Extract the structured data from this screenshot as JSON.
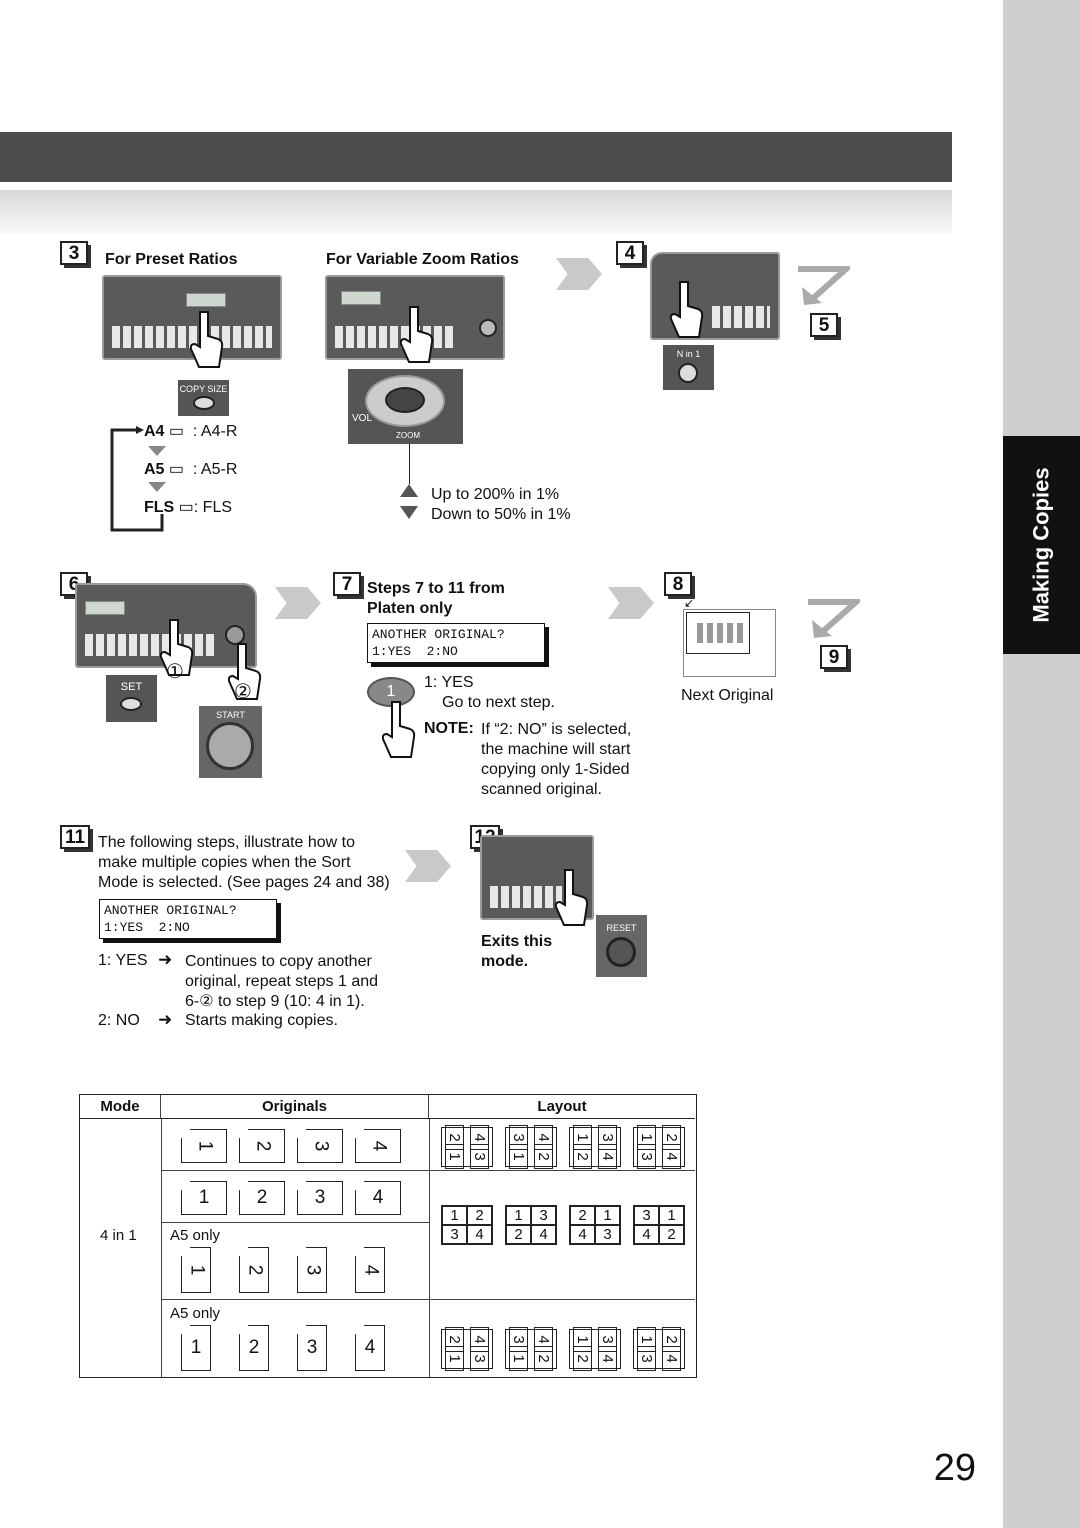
{
  "side_tab": "Making Copies",
  "page_number": "29",
  "steps": {
    "s3": "3",
    "s4": "4",
    "s5": "5",
    "s6": "6",
    "s7": "7",
    "s8": "8",
    "s9": "9",
    "s11": "11",
    "s12": "12"
  },
  "step3": {
    "preset_title": "For Preset Ratios",
    "zoom_title": "For Variable Zoom Ratios",
    "copy_size_label": "COPY SIZE",
    "vol_label": "VOL",
    "zoom_label": "ZOOM",
    "sizes": [
      {
        "name": "A4",
        "value": ": A4-R"
      },
      {
        "name": "A5",
        "value": ": A5-R"
      },
      {
        "name": "FLS",
        "value": ": FLS"
      }
    ],
    "up_text": "Up to 200% in 1%",
    "down_text": "Down to 50% in 1%"
  },
  "step4": {
    "n_in_1_label": "N in 1"
  },
  "step6": {
    "set_label": "SET",
    "start_label": "START",
    "mark1": "①",
    "mark2": "②"
  },
  "step7": {
    "title_line1": "Steps 7 to 11 from",
    "title_line2": "Platen only",
    "lcd_line1": "ANOTHER ORIGINAL?",
    "lcd_line2": "1:YES  2:NO",
    "key_label": "1",
    "yes_line1": "1: YES",
    "yes_line2": "Go to next step.",
    "note_label": "NOTE:",
    "note_lines": [
      "If “2: NO” is selected,",
      "the machine will start",
      "copying only 1-Sided",
      "scanned original."
    ]
  },
  "step8": {
    "caption": "Next Original"
  },
  "step11": {
    "intro": [
      "The following steps, illustrate how to",
      "make multiple copies when the Sort",
      "Mode is selected. (See pages 24 and 38)"
    ],
    "lcd_line1": "ANOTHER ORIGINAL?",
    "lcd_line2": "1:YES  2:NO",
    "yes_label": "1: YES",
    "yes_text": [
      "Continues to copy another",
      "original, repeat steps 1 and",
      "6-② to step 9 (10: 4 in 1)."
    ],
    "no_label": "2: NO",
    "no_text": "Starts making copies."
  },
  "step12": {
    "exits_line1": "Exits this",
    "exits_line2": "mode.",
    "reset_label": "RESET"
  },
  "table": {
    "headers": [
      "Mode",
      "Originals",
      "Layout"
    ],
    "mode": "4 in 1",
    "a5_only_1": "A5 only",
    "a5_only_2": "A5 only",
    "originals": [
      "1",
      "2",
      "3",
      "4"
    ],
    "layouts": [
      [
        "1",
        "2",
        "3",
        "4"
      ],
      [
        "1",
        "3",
        "2",
        "4"
      ],
      [
        "2",
        "1",
        "4",
        "3"
      ],
      [
        "3",
        "1",
        "4",
        "2"
      ]
    ]
  }
}
